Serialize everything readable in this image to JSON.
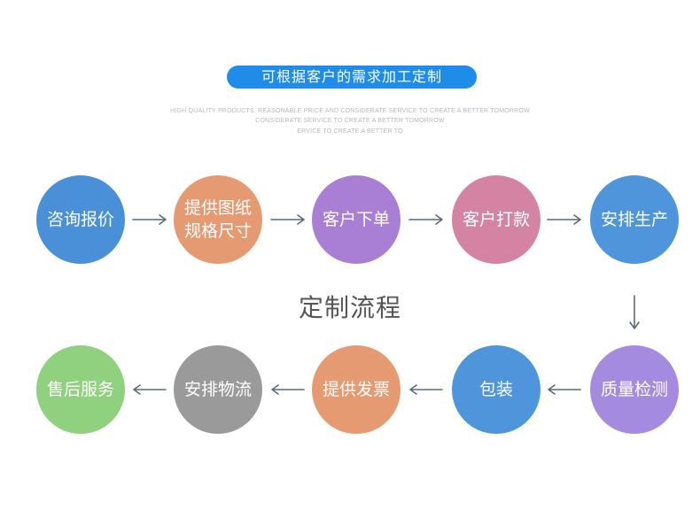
{
  "header": {
    "title": "可根据客户的需求加工定制",
    "subtitle_lines": [
      "HIGH QUALITY PRODUCTS, REASONABLE PRICE AND CONSIDERATE SERVICE TO CREATE A BETTER TOMORROW",
      "CONSIDERATE SERVICE TO CREATE A BETTER TOMORROW",
      "ERVICE TO CREATE A BETTER TO"
    ]
  },
  "center_title": "定制流程",
  "colors": {
    "pill": "#1e8ce8",
    "arrow": "#5a6878"
  },
  "steps": [
    {
      "lines": [
        "咨询报价"
      ],
      "color": "#4a90d9"
    },
    {
      "lines": [
        "提供图纸",
        "规格尺寸"
      ],
      "color": "#e69a72"
    },
    {
      "lines": [
        "客户下单"
      ],
      "color": "#a97fd6"
    },
    {
      "lines": [
        "客户打款"
      ],
      "color": "#d483a2"
    },
    {
      "lines": [
        "安排生产"
      ],
      "color": "#4f95db"
    },
    {
      "lines": [
        "质量检测"
      ],
      "color": "#a58be0"
    },
    {
      "lines": [
        "包装"
      ],
      "color": "#4f95db"
    },
    {
      "lines": [
        "提供发票"
      ],
      "color": "#e69a72"
    },
    {
      "lines": [
        "安排物流"
      ],
      "color": "#9a9a9a"
    },
    {
      "lines": [
        "售后服务"
      ],
      "color": "#8fd17e"
    }
  ]
}
